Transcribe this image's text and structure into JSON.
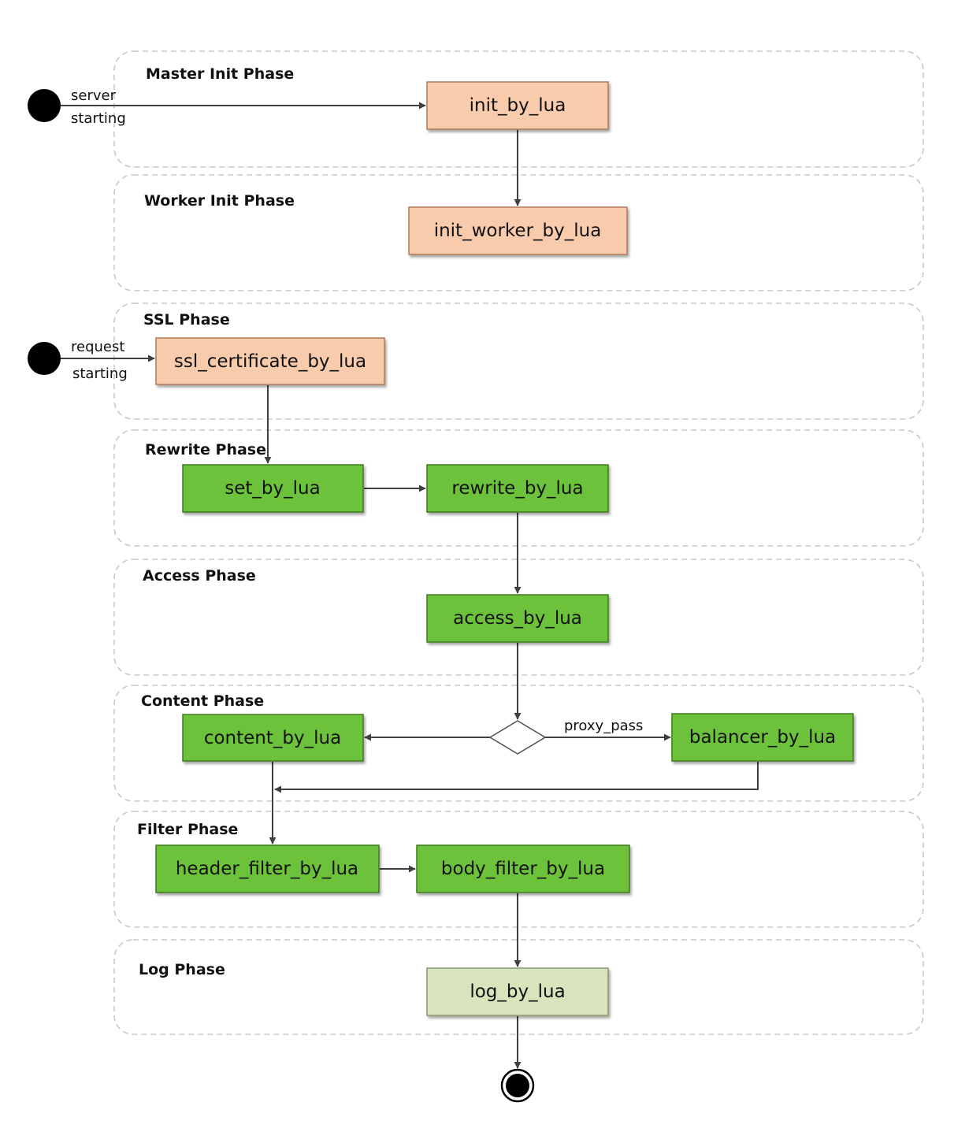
{
  "phases": {
    "master_init": "Master Init Phase",
    "worker_init": "Worker Init Phase",
    "ssl": "SSL Phase",
    "rewrite": "Rewrite Phase",
    "access": "Access Phase",
    "content": "Content Phase",
    "filter": "Filter Phase",
    "log": "Log Phase"
  },
  "nodes": {
    "init_by_lua": "init_by_lua",
    "init_worker_by_lua": "init_worker_by_lua",
    "ssl_certificate_by_lua": "ssl_certificate_by_lua",
    "set_by_lua": "set_by_lua",
    "rewrite_by_lua": "rewrite_by_lua",
    "access_by_lua": "access_by_lua",
    "content_by_lua": "content_by_lua",
    "balancer_by_lua": "balancer_by_lua",
    "header_filter_by_lua": "header_filter_by_lua",
    "body_filter_by_lua": "body_filter_by_lua",
    "log_by_lua": "log_by_lua"
  },
  "labels": {
    "server_line1": "server",
    "server_line2": "starting",
    "request_line1": "request",
    "request_line2": "starting",
    "proxy_pass": "proxy_pass"
  },
  "colors": {
    "init_fill": "#f8cbad",
    "init_stroke": "#b07a58",
    "lua_green_fill": "#6cc23a",
    "lua_green_stroke": "#3f7a1f",
    "log_fill": "#d8e4bc",
    "log_stroke": "#8a9670",
    "phase_border": "#c8c8c8",
    "edge": "#404040"
  }
}
